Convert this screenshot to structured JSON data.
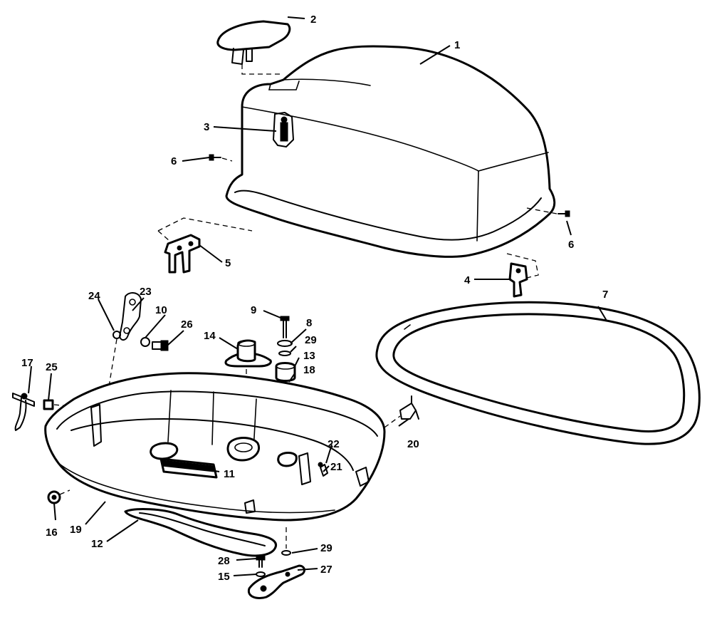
{
  "callouts": [
    {
      "id": "c1",
      "label": "1"
    },
    {
      "id": "c2",
      "label": "2"
    },
    {
      "id": "c3",
      "label": "3"
    },
    {
      "id": "c4",
      "label": "4"
    },
    {
      "id": "c5",
      "label": "5"
    },
    {
      "id": "c6a",
      "label": "6"
    },
    {
      "id": "c6b",
      "label": "6"
    },
    {
      "id": "c7",
      "label": "7"
    },
    {
      "id": "c8",
      "label": "8"
    },
    {
      "id": "c9",
      "label": "9"
    },
    {
      "id": "c10",
      "label": "10"
    },
    {
      "id": "c11",
      "label": "11"
    },
    {
      "id": "c12",
      "label": "12"
    },
    {
      "id": "c13",
      "label": "13"
    },
    {
      "id": "c14",
      "label": "14"
    },
    {
      "id": "c15",
      "label": "15"
    },
    {
      "id": "c16",
      "label": "16"
    },
    {
      "id": "c17",
      "label": "17"
    },
    {
      "id": "c18",
      "label": "18"
    },
    {
      "id": "c19",
      "label": "19"
    },
    {
      "id": "c20",
      "label": "20"
    },
    {
      "id": "c21",
      "label": "21"
    },
    {
      "id": "c22",
      "label": "22"
    },
    {
      "id": "c23",
      "label": "23"
    },
    {
      "id": "c24",
      "label": "24"
    },
    {
      "id": "c25",
      "label": "25"
    },
    {
      "id": "c26",
      "label": "26"
    },
    {
      "id": "c27",
      "label": "27"
    },
    {
      "id": "c28",
      "label": "28"
    },
    {
      "id": "c29a",
      "label": "29"
    },
    {
      "id": "c29b",
      "label": "29"
    }
  ],
  "colors": {
    "ink": "#000000",
    "paper": "#ffffff"
  }
}
